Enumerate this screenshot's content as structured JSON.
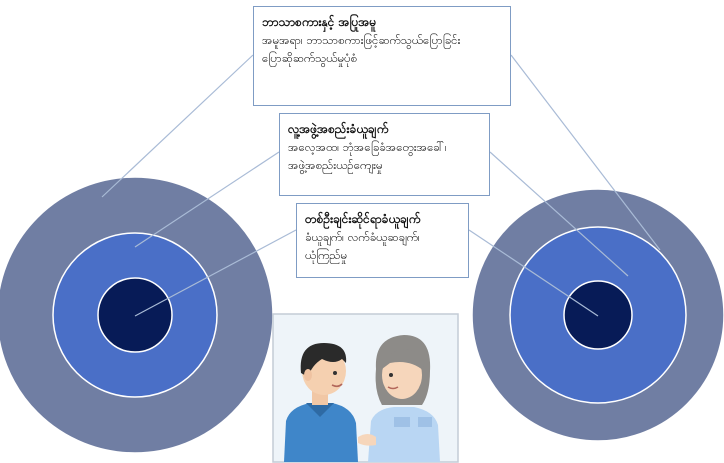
{
  "colors": {
    "ring_outer": "#707ea3",
    "ring_middle": "#4a6fc7",
    "ring_inner": "#071b57",
    "ring_stroke": "#ffffff",
    "connector": "#a9bbd6",
    "box_border": "#7f9cc4"
  },
  "layers": {
    "outer": {
      "title": "ဘာသာစကားနှင့် အပြုအမူ",
      "lines": [
        "အမူအရာ၊ ဘာသာစကားဖြင့်ဆက်သွယ်ပြောခြင်း",
        "ပြောဆိုဆက်သွယ်မှုပုံစံ"
      ]
    },
    "middle": {
      "title": "လူ့အဖွဲ့အစည်းခံယူချက်",
      "lines": [
        "အလေ့အထ၊ ဘုံအခြေခံအတွေးအခေါ်၊",
        "အဖွဲ့အစည်းယဉ်ကျေးမှု"
      ]
    },
    "inner": {
      "title": "တစ်ဦးချင်းဆိုင်ရာခံယူချက်",
      "lines": [
        "ခံယူချက်၊ လက်ခံယူဆချက်၊",
        "ယုံကြည်မှု"
      ]
    }
  },
  "illustration": {
    "icon": "two-people-talking-icon"
  }
}
